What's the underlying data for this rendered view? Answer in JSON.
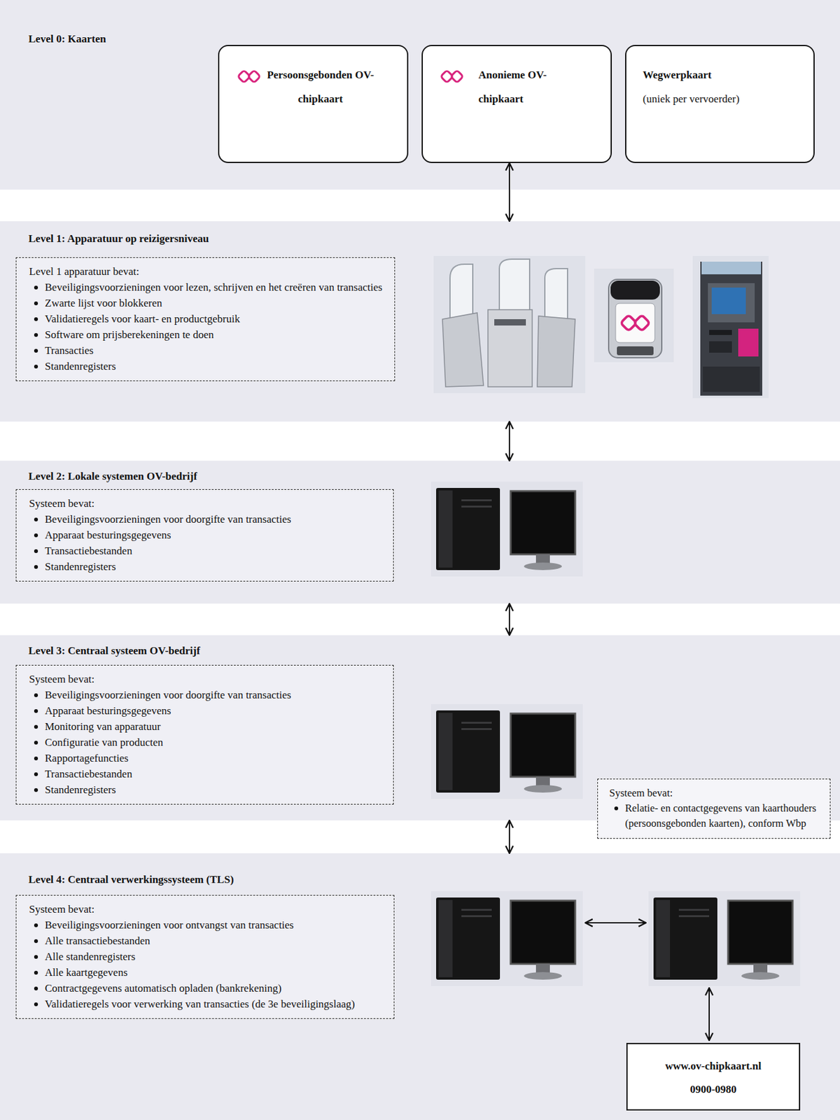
{
  "diagram": {
    "nodes": [
      {
        "text": [
          "Level 0: Kaarten"
        ]
      },
      {
        "text": [
          "Persoonsgebonden OV-chipkaart"
        ],
        "in": 0
      },
      {
        "text": [
          "Anonieme OV-chipkaart"
        ],
        "in": 0
      },
      {
        "text": [
          "Wegwerpkaart",
          "(uniek per vervoerder)"
        ],
        "in": 0
      },
      {
        "text": [
          "Level 1: Apparatuur op reizigersniveau"
        ]
      },
      {
        "text": [
          "Level 1 apparatuur bevat:",
          "Beveiligingsvoorzieningen voor lezen, schrijven en het creëren van transacties",
          "Zwarte lijst voor blokkeren",
          "Validatieregels voor kaart- en productgebruik",
          "Software om prijsberekeningen te doen",
          "Transacties",
          "Standenregisters"
        ],
        "in": 4
      },
      {
        "text": [
          "Level 2: Lokale systemen OV-bedrijf"
        ]
      },
      {
        "text": [
          "Systeem bevat:",
          "Beveiligingsvoorzieningen voor doorgifte van transacties",
          "Apparaat besturingsgegevens",
          "Transactiebestanden",
          "Standenregisters"
        ],
        "in": 6
      },
      {
        "text": [
          "Level 3: Centraal systeem OV-bedrijf"
        ]
      },
      {
        "text": [
          "Systeem bevat:",
          "Beveiligingsvoorzieningen voor doorgifte van transacties",
          "Apparaat besturingsgegevens",
          "Monitoring van apparatuur",
          "Configuratie van producten",
          "Rapportagefuncties",
          "Transactiebestanden",
          "Standenregisters"
        ],
        "in": 8
      },
      {
        "text": [
          "Systeem bevat:",
          "Relatie- en contactgegevens van kaarthouders (persoonsgebonden kaarten), conform Wbp"
        ]
      },
      {
        "text": [
          "Level 4: Centraal verwerkingssysteem (TLS)"
        ]
      },
      {
        "text": [
          "Systeem bevat:",
          "Beveiligingsvoorzieningen voor ontvangst van transacties",
          "Alle transactiebestanden",
          "Alle standenregisters",
          "Alle kaartgegevens",
          "Contractgegevens automatisch opladen (bankrekening)",
          "Validatieregels voor verwerking van transacties (de 3e beveiligingslaag)"
        ],
        "in": 11
      },
      {
        "text": [
          "www.ov-chipkaart.nl",
          "0900-0980"
        ],
        "in": 11
      }
    ],
    "edges": [
      {
        "from": 2,
        "to": 4,
        "arrow": "both"
      },
      {
        "from": 4,
        "to": 6,
        "arrow": "both"
      },
      {
        "from": 6,
        "to": 8,
        "arrow": "both"
      },
      {
        "from": 8,
        "to": 11,
        "arrow": "both"
      }
    ]
  }
}
